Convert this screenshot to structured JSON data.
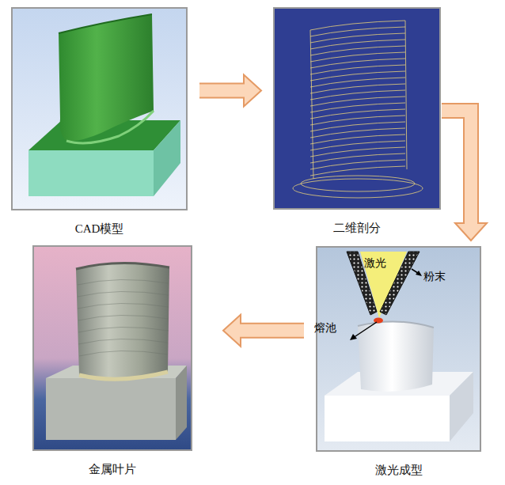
{
  "diagram": {
    "nodes": [
      {
        "text": [
          "CAD模型"
        ]
      },
      {
        "text": [
          "二维剖分"
        ]
      },
      {
        "text": [
          "金属叶片"
        ]
      },
      {
        "text": [
          "激光成型"
        ]
      }
    ],
    "edges": [
      {
        "from": 0,
        "to": 1,
        "arrow": "to"
      },
      {
        "from": 1,
        "to": 3,
        "arrow": "to"
      },
      {
        "from": 3,
        "to": 2,
        "arrow": "to"
      }
    ],
    "labels": [
      "激光",
      "粉末",
      "熔池"
    ]
  }
}
